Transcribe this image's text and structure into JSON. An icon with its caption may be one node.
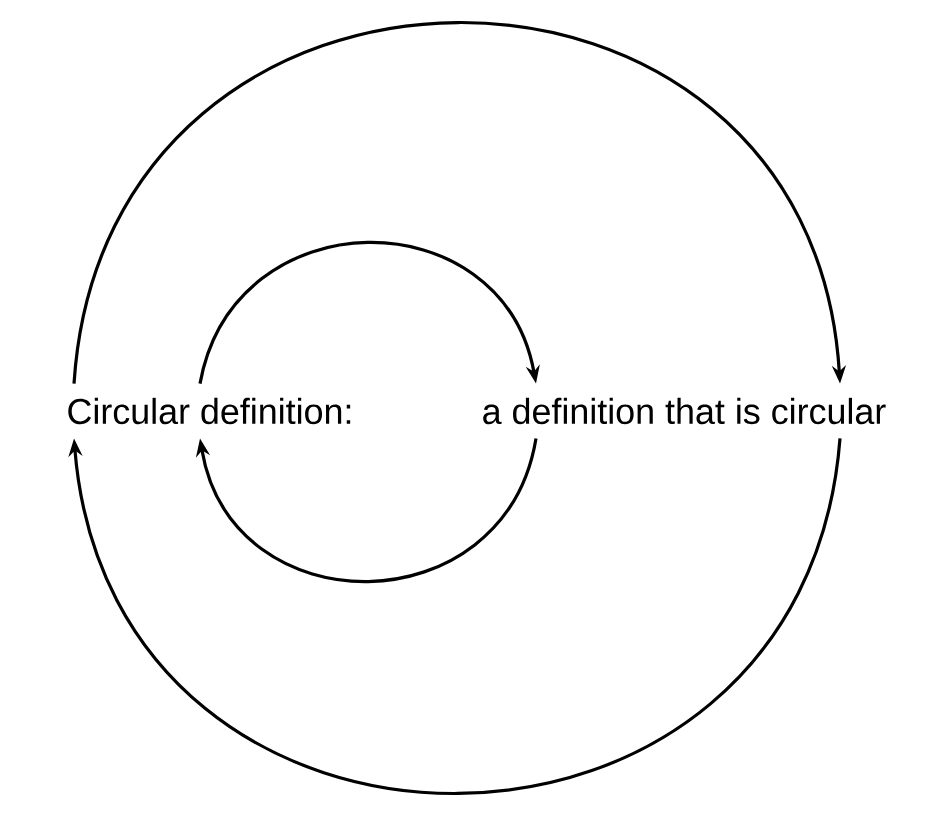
{
  "diagram": {
    "nodes": [
      {
        "text": [
          "Circular definition:"
        ]
      },
      {
        "text": [
          "a definition that is circular"
        ]
      }
    ],
    "edges": [
      {
        "from": 0,
        "to": 1,
        "arrow": "to"
      },
      {
        "from": 1,
        "to": 0,
        "arrow": "to"
      },
      {
        "from": 0,
        "to": 1,
        "arrow": "to"
      },
      {
        "from": 1,
        "to": 0,
        "arrow": "to"
      }
    ]
  }
}
